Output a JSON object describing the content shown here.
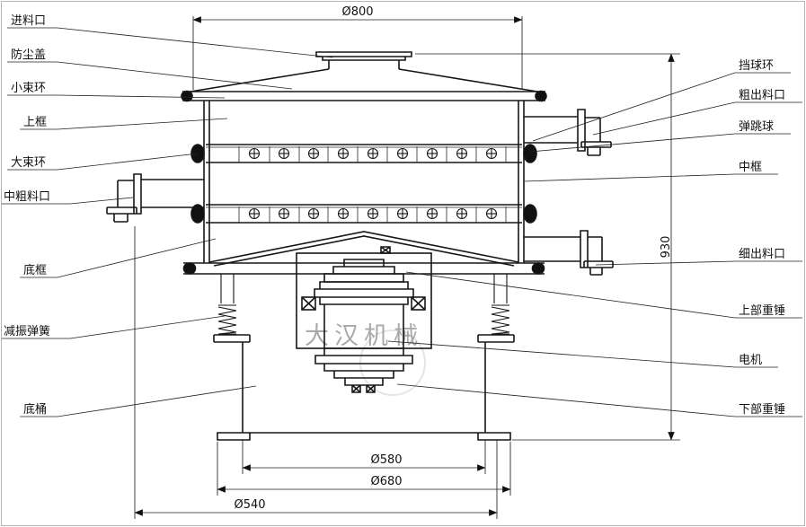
{
  "diagram": {
    "watermark": "大汉机械",
    "labels_left": [
      "进料口",
      "防尘盖",
      "小束环",
      "上框",
      "大束环",
      "中粗料口",
      "底框",
      "减振弹簧",
      "底桶"
    ],
    "labels_right": [
      "挡球环",
      "粗出料口",
      "弹跳球",
      "中框",
      "细出料口",
      "上部重锤",
      "电机",
      "下部重锤"
    ],
    "dimensions": {
      "top_diameter": "Ø800",
      "overall_height": "930",
      "base_inner": "Ø580",
      "base_outer": "Ø680",
      "base_bottom": "Ø540"
    }
  }
}
